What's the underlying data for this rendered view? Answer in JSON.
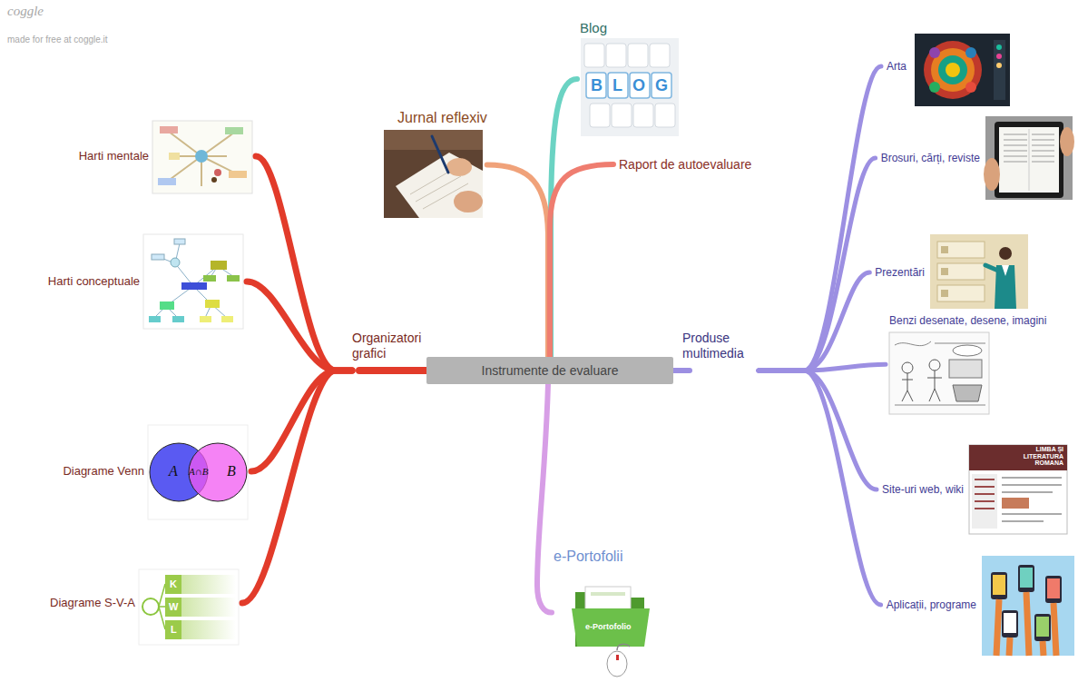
{
  "diagram": {
    "nodes": [
      {
        "text": [
          "Instrumente de evaluare"
        ]
      },
      {
        "text": [
          "Organizatori grafici"
        ]
      },
      {
        "text": [
          "Harti mentale"
        ]
      },
      {
        "text": [
          "Harti conceptuale"
        ]
      },
      {
        "text": [
          "Diagrame Venn"
        ]
      },
      {
        "text": [
          "Diagrame S-V-A"
        ]
      },
      {
        "text": [
          "Jurnal reflexiv"
        ]
      },
      {
        "text": [
          "Blog"
        ]
      },
      {
        "text": [
          "Raport de autoevaluare"
        ]
      },
      {
        "text": [
          "e-Portofolii"
        ]
      },
      {
        "text": [
          "Produse multimedia"
        ]
      },
      {
        "text": [
          "Arta"
        ]
      },
      {
        "text": [
          "Brosuri, cărți, reviste"
        ]
      },
      {
        "text": [
          "Prezentări"
        ]
      },
      {
        "text": [
          "Benzi desenate, desene, imagini"
        ]
      },
      {
        "text": [
          "Site-uri web, wiki"
        ]
      },
      {
        "text": [
          "Aplicații, programe"
        ]
      }
    ],
    "edges": [
      {
        "from": 0,
        "to": 1,
        "arrow": "none"
      },
      {
        "from": 1,
        "to": 2,
        "arrow": "none"
      },
      {
        "from": 1,
        "to": 3,
        "arrow": "none"
      },
      {
        "from": 1,
        "to": 4,
        "arrow": "none"
      },
      {
        "from": 1,
        "to": 5,
        "arrow": "none"
      },
      {
        "from": 0,
        "to": 6,
        "arrow": "none"
      },
      {
        "from": 0,
        "to": 7,
        "arrow": "none"
      },
      {
        "from": 0,
        "to": 8,
        "arrow": "none"
      },
      {
        "from": 0,
        "to": 9,
        "arrow": "none"
      },
      {
        "from": 0,
        "to": 10,
        "arrow": "none"
      },
      {
        "from": 10,
        "to": 11,
        "arrow": "none"
      },
      {
        "from": 10,
        "to": 12,
        "arrow": "none"
      },
      {
        "from": 10,
        "to": 13,
        "arrow": "none"
      },
      {
        "from": 10,
        "to": 14,
        "arrow": "none"
      },
      {
        "from": 10,
        "to": 15,
        "arrow": "none"
      },
      {
        "from": 10,
        "to": 16,
        "arrow": "none"
      }
    ],
    "labels": [
      "coggle",
      "made for free at coggle.it",
      "A",
      "A∩B",
      "B",
      "K",
      "W",
      "L",
      "BLOG",
      "e-Portofolio",
      "LIMBA ŞI LITERATURA ROMANA"
    ]
  }
}
